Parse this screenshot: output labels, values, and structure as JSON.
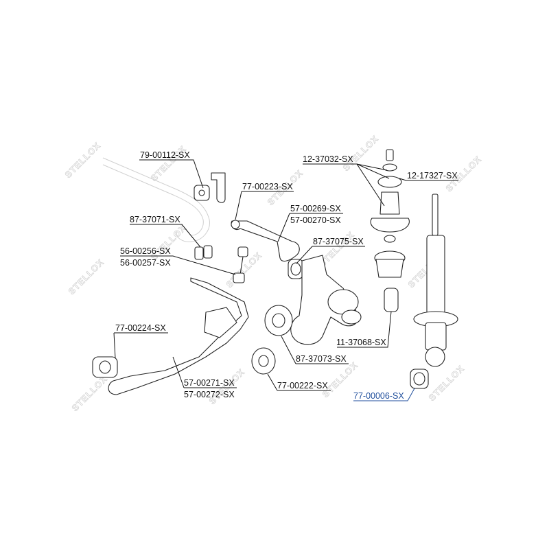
{
  "watermark": {
    "text": "STELLOX"
  },
  "colors": {
    "ink": "#111111",
    "highlight": "#1f4e9c",
    "watermark": "#d4d4d4",
    "background": "#ffffff"
  },
  "part_labels": [
    {
      "id": "79-00112",
      "text": "79-00112-SX",
      "highlight": false
    },
    {
      "id": "77-00223",
      "text": "77-00223-SX",
      "highlight": false
    },
    {
      "id": "87-37071",
      "text": "87-37071-SX",
      "highlight": false
    },
    {
      "id": "57-00269",
      "text": "57-00269-SX",
      "highlight": false
    },
    {
      "id": "57-00270",
      "text": "57-00270-SX",
      "highlight": false
    },
    {
      "id": "87-37075",
      "text": "87-37075-SX",
      "highlight": false
    },
    {
      "id": "56-00256",
      "text": "56-00256-SX",
      "highlight": false
    },
    {
      "id": "56-00257",
      "text": "56-00257-SX",
      "highlight": false
    },
    {
      "id": "12-37032",
      "text": "12-37032-SX",
      "highlight": false
    },
    {
      "id": "12-17327",
      "text": "12-17327-SX",
      "highlight": false
    },
    {
      "id": "77-00224",
      "text": "77-00224-SX",
      "highlight": false
    },
    {
      "id": "11-37068",
      "text": "11-37068-SX",
      "highlight": false
    },
    {
      "id": "87-37073",
      "text": "87-37073-SX",
      "highlight": false
    },
    {
      "id": "57-00271",
      "text": "57-00271-SX",
      "highlight": false
    },
    {
      "id": "57-00272",
      "text": "57-00272-SX",
      "highlight": false
    },
    {
      "id": "77-00222",
      "text": "77-00222-SX",
      "highlight": false
    },
    {
      "id": "77-00006",
      "text": "77-00006-SX",
      "highlight": true
    }
  ]
}
